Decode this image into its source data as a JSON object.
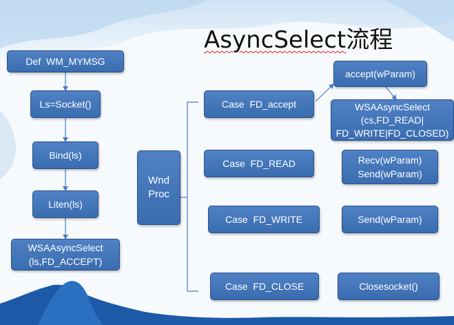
{
  "title": {
    "prefix": "AsyncSelect",
    "suffix": "流程"
  },
  "boxes": {
    "def_msg": "Def  WM_MYMSG",
    "socket": "Ls=Socket()",
    "bind": "Bind(ls)",
    "listen": "Liten(ls)",
    "wsa_accept": "WSAAsyncSelect\n(ls,FD_ACCEPT)",
    "wndproc": "Wnd\nProc",
    "case_accept": "Case  FD_accept",
    "case_read": "Case  FD_READ",
    "case_write": "Case  FD_WRITE",
    "case_close": "Case  FD_CLOSE",
    "accept_call": "accept(wParam)",
    "wsa_rw": "WSAAsyncSelect\n(cs,FD_READ|\nFD_WRITE|FD_CLOSED)",
    "recv_send": "Recv(wParam)\nSend(wParam)",
    "send": "Send(wParam)",
    "closesocket": "Closesocket()"
  },
  "colors": {
    "box_fill": "#4a7cc1",
    "box_border": "#2b4f86",
    "connector": "#4a7cc1",
    "squiggle": "#d83030"
  }
}
